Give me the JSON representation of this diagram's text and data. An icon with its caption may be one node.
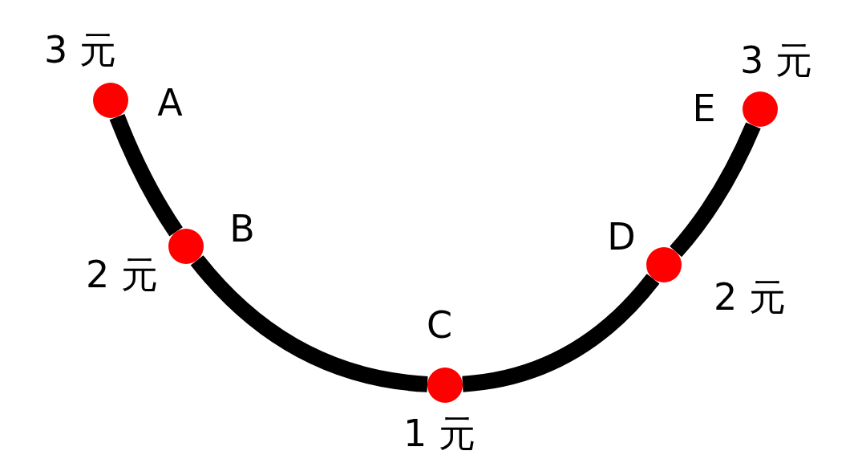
{
  "diagram": {
    "nodes": [
      {
        "text": [],
        "shape": "circle",
        "beside": [
          "3 元",
          "A"
        ]
      },
      {
        "text": [],
        "shape": "circle",
        "beside": [
          "B",
          "2 元"
        ]
      },
      {
        "text": [],
        "shape": "circle",
        "beside": [
          "C",
          "1 元"
        ]
      },
      {
        "text": [],
        "shape": "circle",
        "beside": [
          "D",
          "2 元"
        ]
      },
      {
        "text": [],
        "shape": "circle",
        "beside": [
          "3 元",
          "E"
        ]
      }
    ],
    "edges": [
      {
        "from": 0,
        "to": 1,
        "arrow": "none"
      },
      {
        "from": 1,
        "to": 2,
        "arrow": "none"
      },
      {
        "from": 2,
        "to": 3,
        "arrow": "none"
      },
      {
        "from": 3,
        "to": 4,
        "arrow": "none"
      }
    ]
  }
}
